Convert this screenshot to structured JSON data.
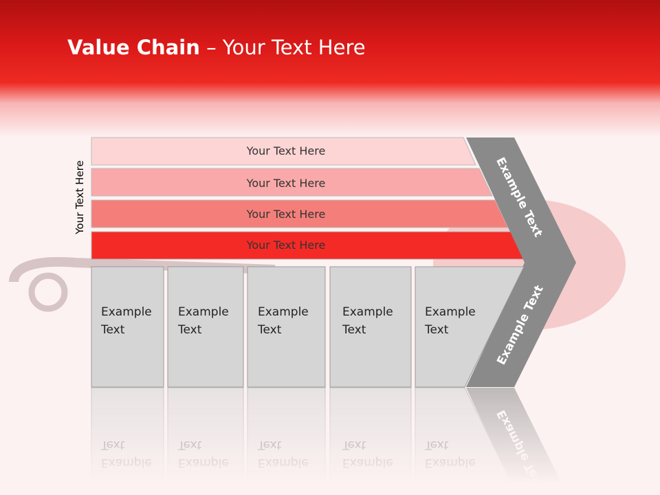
{
  "title": {
    "bold": "Value Chain",
    "rest": " – Your Text Here"
  },
  "side_label": "Your Text Here",
  "bars": [
    {
      "label": "Your Text Here",
      "color": "#fdd5d5"
    },
    {
      "label": "Your Text Here",
      "color": "#f9a9a9"
    },
    {
      "label": "Your Text Here",
      "color": "#f47f7a"
    },
    {
      "label": "Your Text Here",
      "color": "#f42a26"
    }
  ],
  "boxes": [
    {
      "line1": "Example",
      "line2": "Text"
    },
    {
      "line1": "Example",
      "line2": "Text"
    },
    {
      "line1": "Example",
      "line2": "Text"
    },
    {
      "line1": "Example",
      "line2": "Text"
    },
    {
      "line1": "Example",
      "line2": "Text"
    }
  ],
  "chevron": {
    "upper": "Example Text",
    "lower": "Example Text",
    "color": "#8a8a8a"
  },
  "colors": {
    "box_fill": "#d5d5d5",
    "box_stroke": "#9a9a9a",
    "header": "#e41e1e"
  }
}
